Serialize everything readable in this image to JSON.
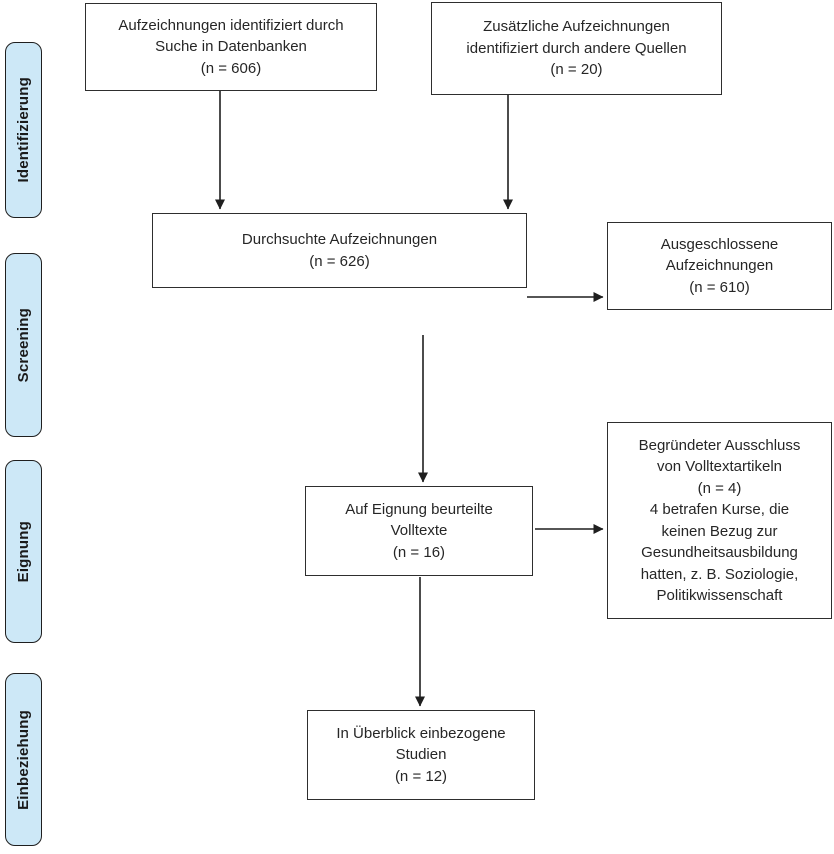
{
  "diagram": {
    "kind": "prisma-flow-diagram",
    "language": "de",
    "stages": [
      {
        "id": "identification",
        "label": "Identifizierung"
      },
      {
        "id": "screening",
        "label": "Screening"
      },
      {
        "id": "eligibility",
        "label": "Eignung"
      },
      {
        "id": "inclusion",
        "label": "Einbeziehung"
      }
    ],
    "nodes": {
      "db": {
        "n": 606,
        "text": "Aufzeichnungen identifiziert durch\nSuche in Datenbanken\n(n = 606)"
      },
      "other": {
        "n": 20,
        "text": "Zusätzliche Aufzeichnungen\nidentifiziert durch andere Quellen\n(n = 20)"
      },
      "screened": {
        "n": 626,
        "text": "Durchsuchte Aufzeichnungen\n(n = 626)"
      },
      "excluded": {
        "n": 610,
        "text": "Ausgeschlossene\nAufzeichnungen\n(n = 610)"
      },
      "fulltext": {
        "n": 16,
        "text": "Auf Eignung beurteilte\nVolltexte\n(n = 16)"
      },
      "reasons": {
        "n": 4,
        "text": "Begründeter Ausschluss\nvon Volltextartikeln\n(n = 4)\n4 betrafen Kurse, die\nkeinen Bezug zur\nGesundheitsausbildung\nhatten, z. B. Soziologie,\nPolitikwissenschaft"
      },
      "included": {
        "n": 12,
        "text": "In Überblick einbezogene\nStudien\n(n = 12)"
      }
    },
    "colors": {
      "stage_fill": "#cde8f7",
      "box_border": "#2e2e2e",
      "arrow": "#1f1f1f",
      "background": "#ffffff"
    }
  }
}
